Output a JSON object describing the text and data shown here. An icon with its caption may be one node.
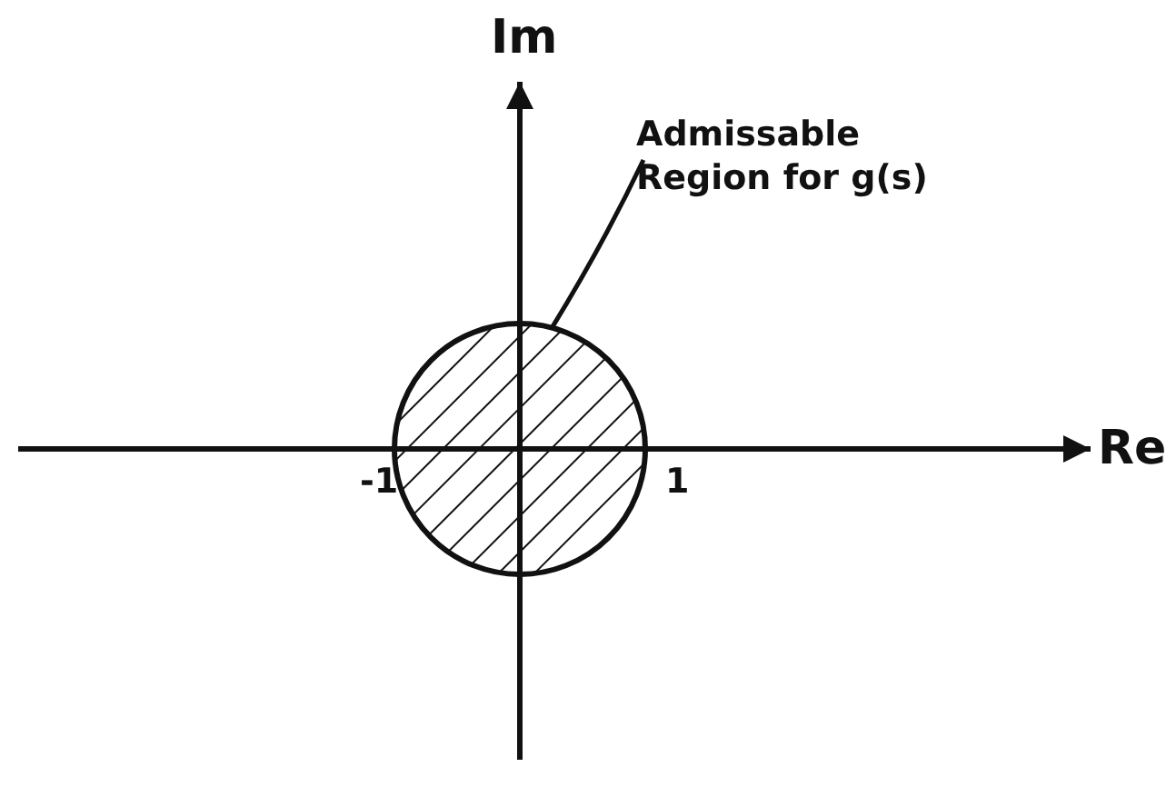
{
  "diagram": {
    "nodes": [
      {
        "text": [
          "Admissable Region for g(s)"
        ]
      },
      {
        "text": [],
        "shape": "circle"
      }
    ],
    "edges": [
      {
        "from": 0,
        "to": 1,
        "arrow": "none"
      }
    ],
    "labels": [
      "Im",
      "Re",
      "-1",
      "1"
    ]
  }
}
